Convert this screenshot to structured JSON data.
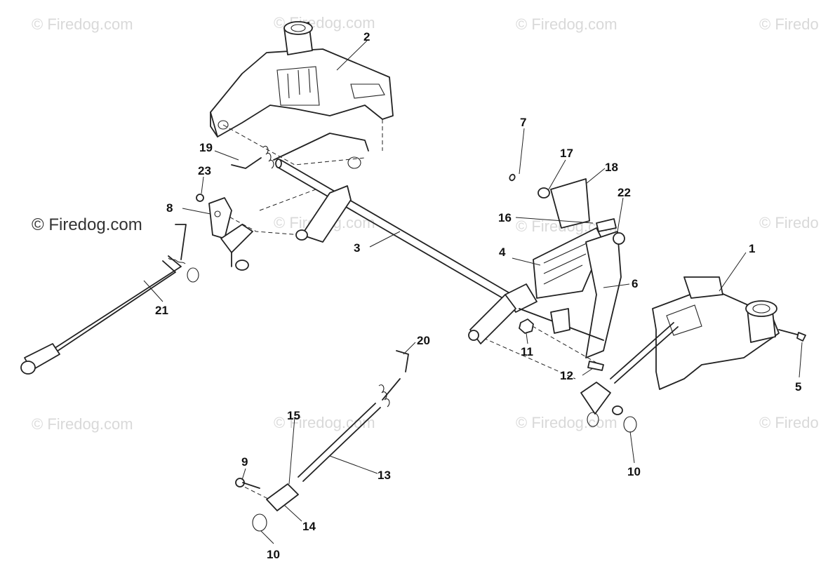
{
  "watermark": {
    "text": "© Firedog.com",
    "partial_text": "© Firedo"
  },
  "callouts": {
    "c1": "1",
    "c2": "2",
    "c3": "3",
    "c4": "4",
    "c5": "5",
    "c6": "6",
    "c7": "7",
    "c8": "8",
    "c9": "9",
    "c10a": "10",
    "c10b": "10",
    "c11": "11",
    "c12": "12",
    "c13": "13",
    "c14": "14",
    "c15": "15",
    "c16": "16",
    "c17": "17",
    "c18": "18",
    "c19": "19",
    "c20": "20",
    "c21": "21",
    "c22": "22",
    "c23": "23"
  },
  "colors": {
    "line": "#222222",
    "watermark": "#d9d9d9",
    "background": "#ffffff"
  }
}
